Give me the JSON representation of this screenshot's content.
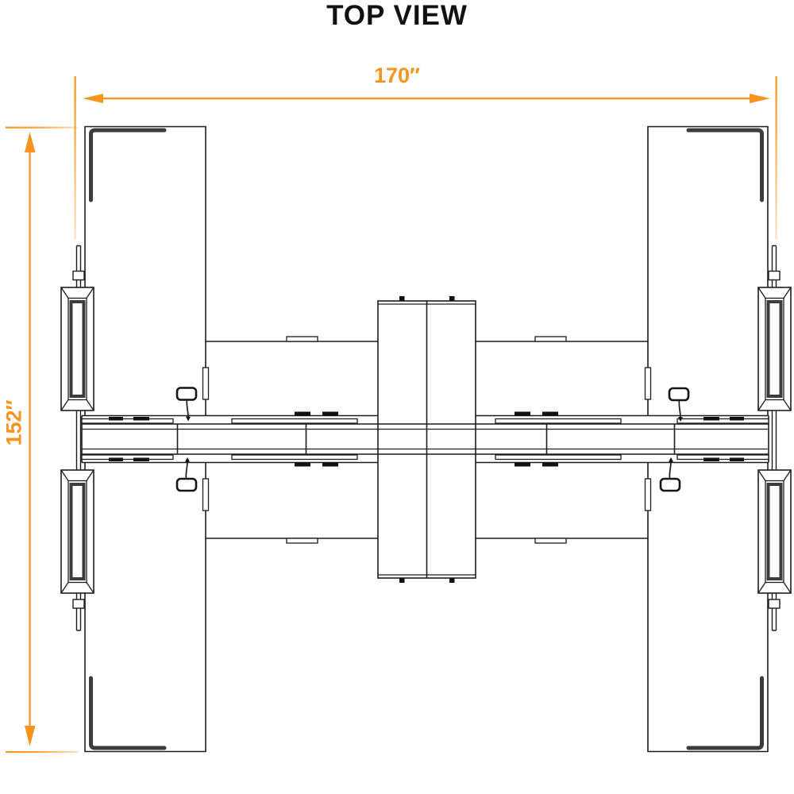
{
  "title": "TOP VIEW",
  "dimensions": {
    "width": {
      "label": "170″"
    },
    "height": {
      "label": "152″"
    }
  },
  "colors": {
    "dimension_accent": "#F7941D",
    "line_color": "#1D1D1D",
    "detail_gray": "#3C3C3C"
  }
}
